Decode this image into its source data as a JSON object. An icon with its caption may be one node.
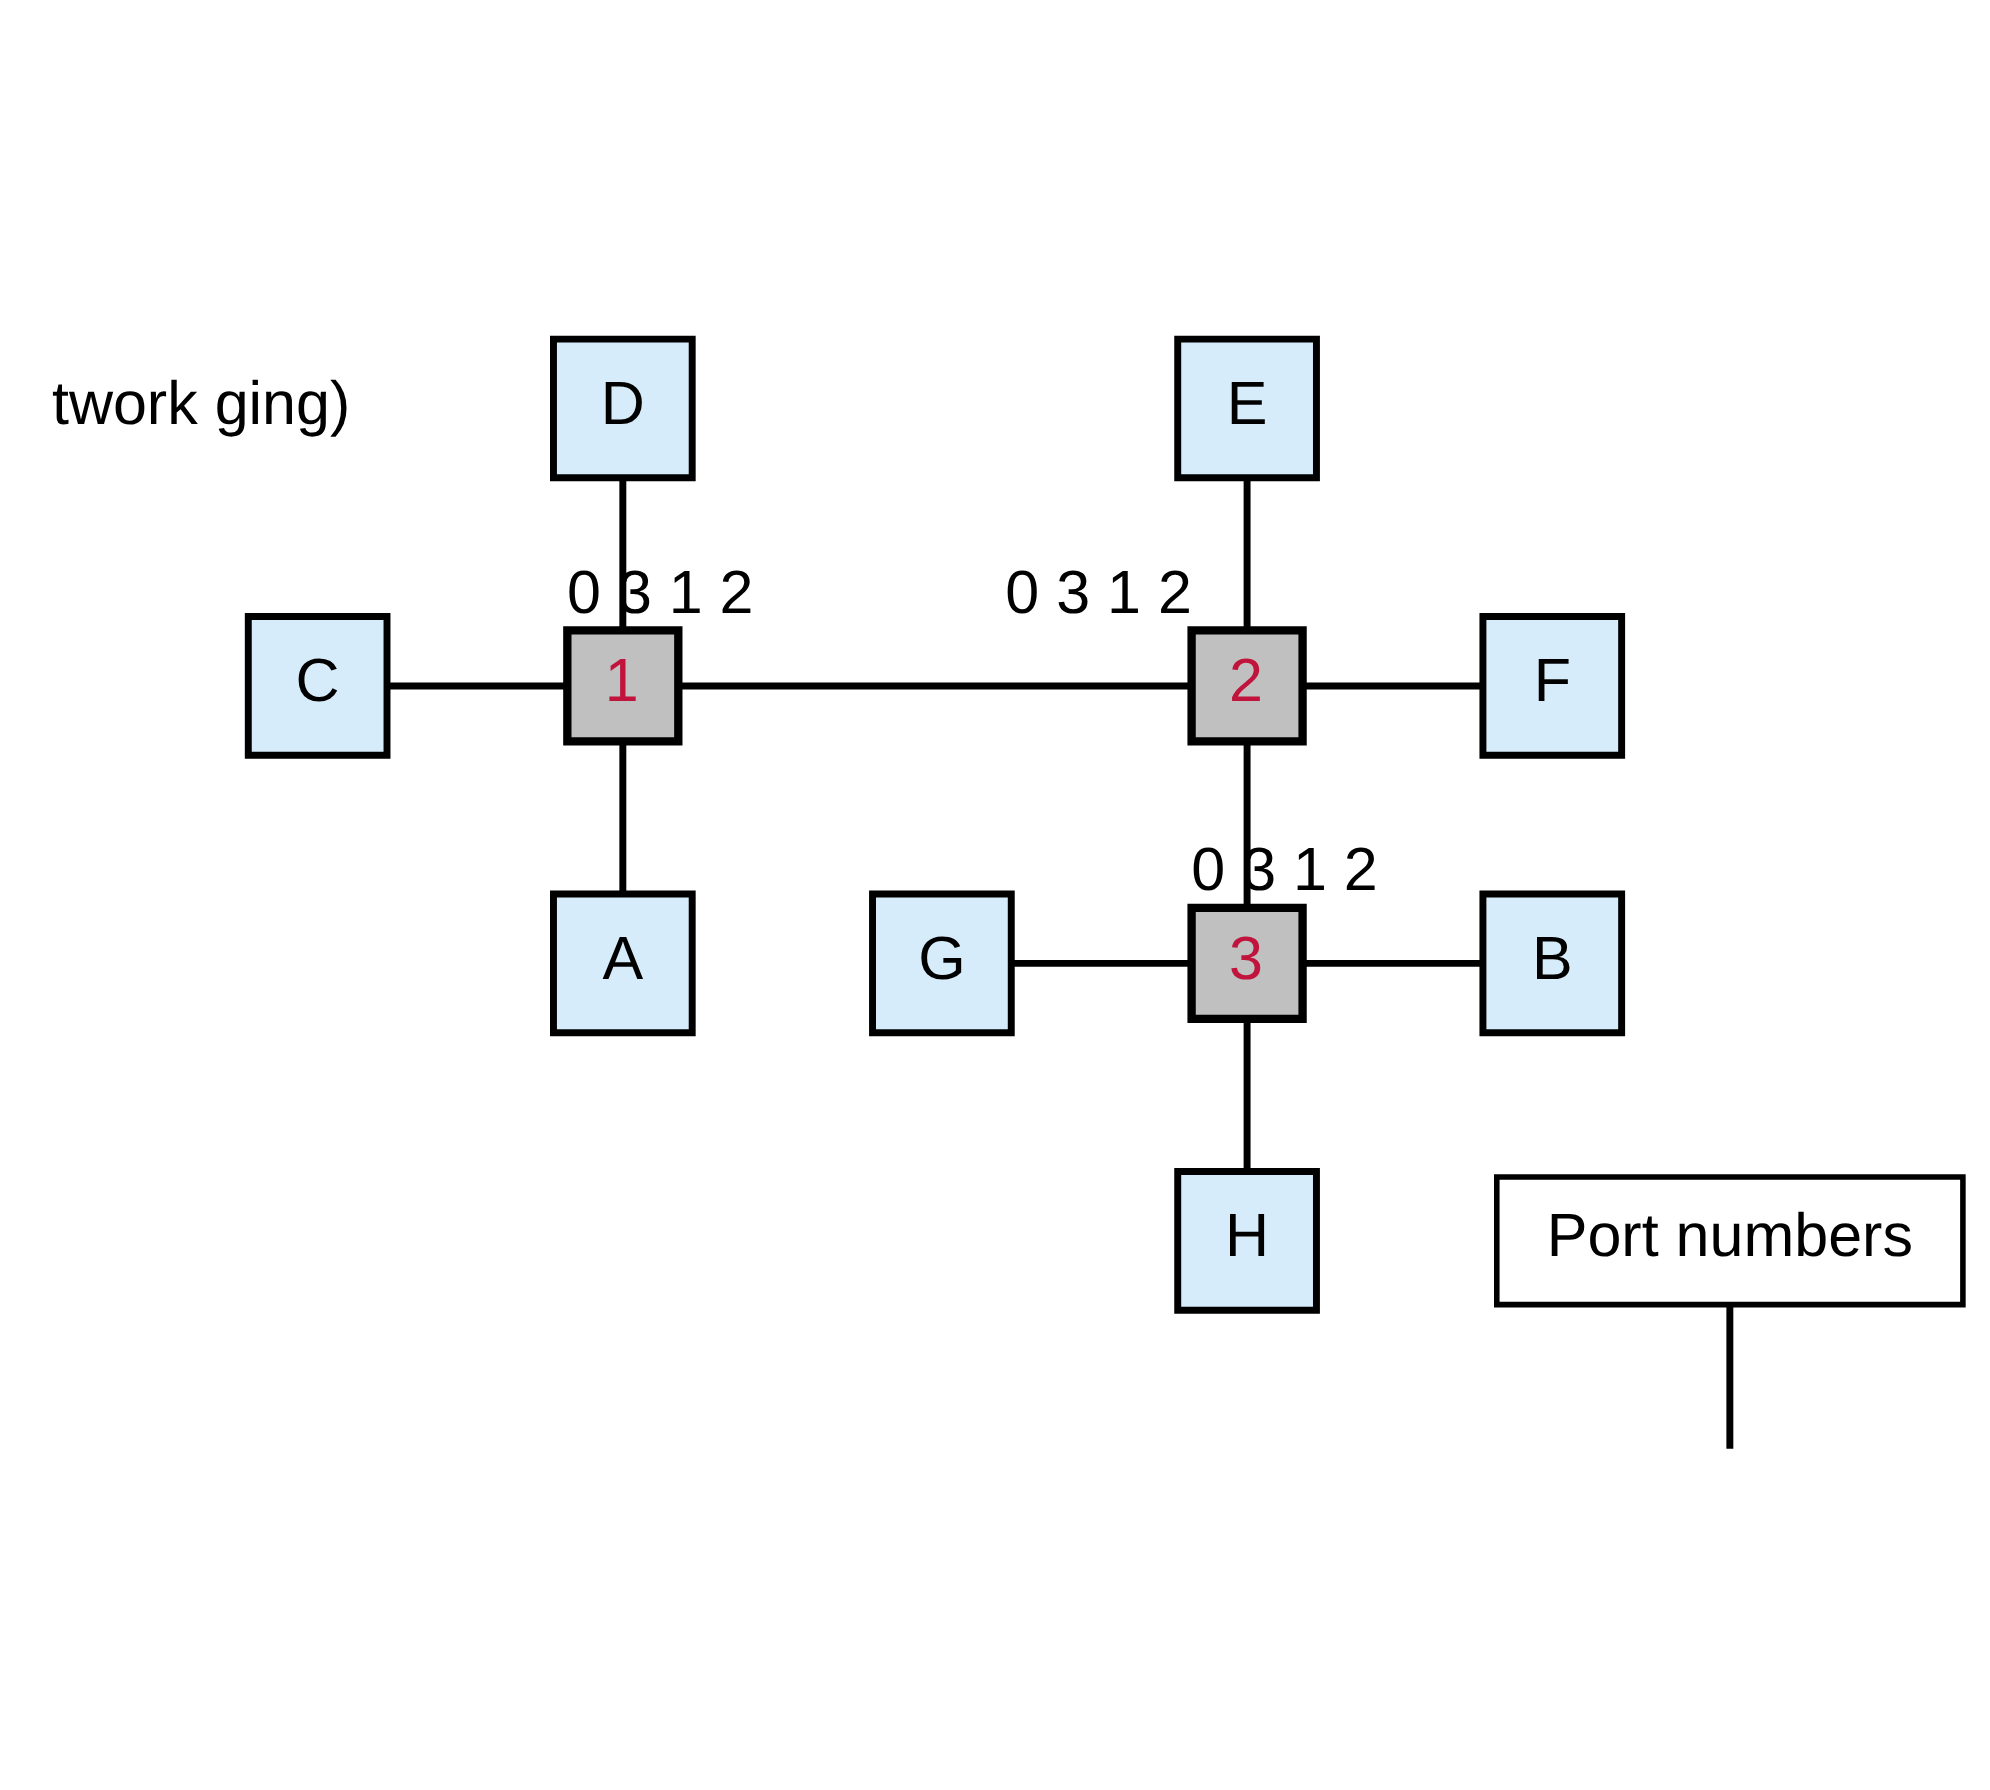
{
  "diagram": {
    "nodes": [
      {
        "text": [
          "D"
        ]
      },
      {
        "text": [
          "E"
        ]
      },
      {
        "text": [
          "C"
        ]
      },
      {
        "text": [
          "1"
        ],
        "beside": [
          "0",
          "3",
          "1",
          "2"
        ]
      },
      {
        "text": [
          "2"
        ],
        "beside": [
          "0",
          "3",
          "1",
          "2"
        ]
      },
      {
        "text": [
          "F"
        ]
      },
      {
        "text": [
          "A"
        ]
      },
      {
        "text": [
          "G"
        ]
      },
      {
        "text": [
          "3"
        ],
        "beside": [
          "0",
          "3",
          "1",
          "2"
        ]
      },
      {
        "text": [
          "B"
        ]
      },
      {
        "text": [
          "H"
        ]
      },
      {
        "text": [
          "Port numbers"
        ]
      }
    ],
    "edges": [
      {
        "from": 0,
        "to": 3,
        "arrow": "none"
      },
      {
        "from": 1,
        "to": 4,
        "arrow": "none"
      },
      {
        "from": 2,
        "to": 3,
        "arrow": "none"
      },
      {
        "from": 3,
        "to": 4,
        "arrow": "none"
      },
      {
        "from": 4,
        "to": 5,
        "arrow": "none"
      },
      {
        "from": 3,
        "to": 6,
        "arrow": "none"
      },
      {
        "from": 4,
        "to": 8,
        "arrow": "none"
      },
      {
        "from": 7,
        "to": 8,
        "arrow": "none"
      },
      {
        "from": 8,
        "to": 9,
        "arrow": "none"
      },
      {
        "from": 8,
        "to": 10,
        "arrow": "none"
      },
      {
        "from": 11,
        "to": null,
        "arrow": "none"
      }
    ],
    "labels": [
      "twork ging)"
    ]
  }
}
